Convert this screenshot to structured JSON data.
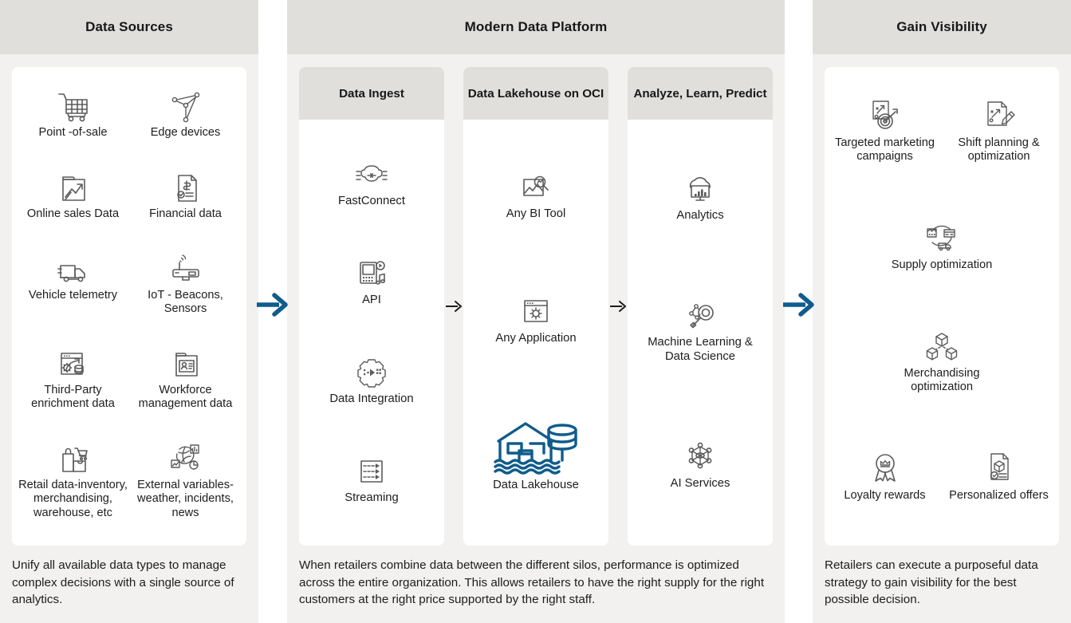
{
  "panels": {
    "sources": {
      "title": "Data Sources",
      "footnote": "Unify all available data types to manage complex decisions with a single source of analytics.",
      "items": [
        {
          "icon": "shopping-cart-icon",
          "label": "Point -of-sale"
        },
        {
          "icon": "edge-devices-network-icon",
          "label": "Edge devices"
        },
        {
          "icon": "online-sales-chart-icon",
          "label": "Online sales Data"
        },
        {
          "icon": "financial-document-icon",
          "label": "Financial data"
        },
        {
          "icon": "delivery-van-icon",
          "label": "Vehicle telemetry"
        },
        {
          "icon": "iot-beacon-sensor-icon",
          "label": "IoT - Beacons, Sensors"
        },
        {
          "icon": "third-party-enrichment-icon",
          "label": "Third-Party enrichment data"
        },
        {
          "icon": "workforce-badge-icon",
          "label": "Workforce management data"
        },
        {
          "icon": "retail-bag-cart-icon",
          "label": "Retail data-inventory, merchandising, warehouse, etc"
        },
        {
          "icon": "external-variables-globe-icon",
          "label": "External variables-weather, incidents, news"
        }
      ]
    },
    "platform": {
      "title": "Modern Data Platform",
      "footnote": "When retailers combine data between the different silos, performance is optimized across the entire organization. This allows retailers to have the right supply for the right customers at the right price supported by the right staff.",
      "columns": [
        {
          "title": "Data Ingest",
          "items": [
            {
              "icon": "fastconnect-icon",
              "label": "FastConnect"
            },
            {
              "icon": "api-device-icon",
              "label": "API"
            },
            {
              "icon": "data-integration-gear-icon",
              "label": "Data Integration"
            },
            {
              "icon": "streaming-arrows-icon",
              "label": "Streaming"
            }
          ]
        },
        {
          "title": "Data Lakehouse on OCI",
          "items": [
            {
              "icon": "bi-tool-magnifier-icon",
              "label": "Any BI Tool"
            },
            {
              "icon": "any-application-gear-window-icon",
              "label": "Any Application"
            },
            {
              "icon": "data-lakehouse-icon",
              "label": "Data Lakehouse"
            }
          ]
        },
        {
          "title": "Analyze, Learn, Predict",
          "items": [
            {
              "icon": "cloud-analytics-icon",
              "label": "Analytics"
            },
            {
              "icon": "machine-learning-magnifier-icon",
              "label": "Machine Learning & Data Science"
            },
            {
              "icon": "ai-services-network-icon",
              "label": "AI Services"
            }
          ]
        }
      ],
      "mini_arrow_icon": "arrow-right-icon"
    },
    "visibility": {
      "title": "Gain Visibility",
      "footnote": "Retailers can execute a purposeful data strategy to gain visibility for the best possible decision.",
      "items": [
        {
          "icon": "targeted-marketing-target-icon",
          "label": "Targeted marketing campaigns",
          "wide": false
        },
        {
          "icon": "shift-planning-pencil-icon",
          "label": "Shift planning & optimization",
          "wide": false
        },
        {
          "icon": "supply-optimization-cycle-icon",
          "label": "Supply optimization",
          "wide": true
        },
        {
          "icon": "merchandising-cubes-icon",
          "label": "Merchandising optimization",
          "wide": true
        },
        {
          "icon": "loyalty-rosette-icon",
          "label": "Loyalty rewards",
          "wide": false
        },
        {
          "icon": "personalized-offers-icon",
          "label": "Personalized offers",
          "wide": false
        }
      ]
    }
  },
  "flow_arrows": [
    {
      "icon": "arrow-right-icon",
      "name": "flow-arrow-sources-to-platform"
    },
    {
      "icon": "arrow-right-icon",
      "name": "flow-arrow-platform-to-visibility"
    }
  ],
  "colors": {
    "panel_background": "#F2F1F0",
    "panel_header": "#E1DFDB",
    "card_background": "#FFFFFF",
    "accent_blue": "#0F5C8C",
    "icon_gray": "#5B5B5B",
    "text": "#1D1D1D"
  }
}
